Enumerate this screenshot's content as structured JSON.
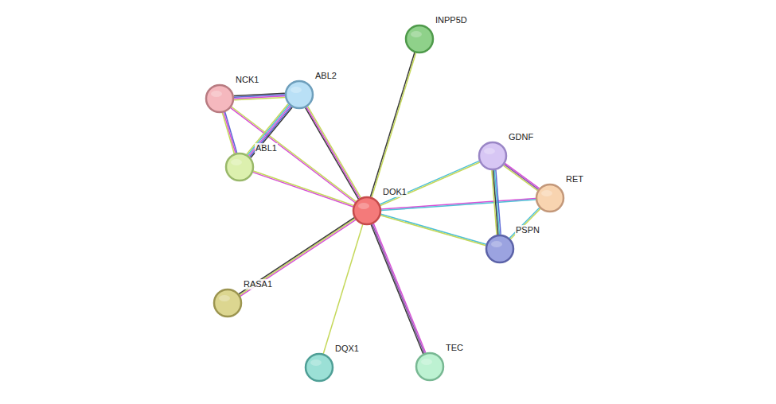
{
  "diagram": {
    "nodes": [
      {
        "text": [
          "INPP5D"
        ]
      },
      {
        "text": [
          "NCK1"
        ]
      },
      {
        "text": [
          "ABL2"
        ]
      },
      {
        "text": [
          "ABL1"
        ]
      },
      {
        "text": [
          "GDNF"
        ]
      },
      {
        "text": [
          "DOK1"
        ]
      },
      {
        "text": [
          "RET"
        ]
      },
      {
        "text": [
          "PSPN"
        ]
      },
      {
        "text": [
          "RASA1"
        ]
      },
      {
        "text": [
          "DQX1"
        ]
      },
      {
        "text": [
          "TEC"
        ]
      }
    ],
    "edges": [
      {
        "from": 5,
        "to": 0,
        "arrow": "none"
      },
      {
        "from": 5,
        "to": 1,
        "arrow": "none"
      },
      {
        "from": 5,
        "to": 2,
        "arrow": "none"
      },
      {
        "from": 5,
        "to": 3,
        "arrow": "none"
      },
      {
        "from": 5,
        "to": 4,
        "arrow": "none"
      },
      {
        "from": 5,
        "to": 6,
        "arrow": "none"
      },
      {
        "from": 5,
        "to": 7,
        "arrow": "none"
      },
      {
        "from": 5,
        "to": 8,
        "arrow": "none"
      },
      {
        "from": 5,
        "to": 9,
        "arrow": "none"
      },
      {
        "from": 5,
        "to": 10,
        "arrow": "none"
      },
      {
        "from": 1,
        "to": 2,
        "arrow": "none"
      },
      {
        "from": 1,
        "to": 3,
        "arrow": "none"
      },
      {
        "from": 2,
        "to": 3,
        "arrow": "none"
      },
      {
        "from": 4,
        "to": 6,
        "arrow": "none"
      },
      {
        "from": 4,
        "to": 7,
        "arrow": "none"
      },
      {
        "from": 7,
        "to": 6,
        "arrow": "none"
      }
    ]
  }
}
